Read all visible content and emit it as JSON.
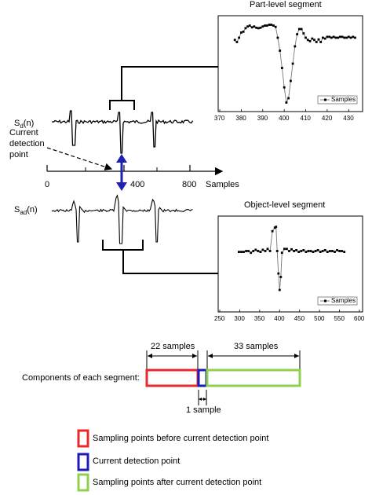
{
  "part_panel": {
    "title": "Part-level segment",
    "x_ticks": [
      "370",
      "380",
      "390",
      "400",
      "410",
      "420",
      "430"
    ],
    "legend": "Samples",
    "x_range": [
      370,
      435
    ],
    "y_range": [
      -1.0,
      1.0
    ],
    "points": [
      [
        377,
        0.55
      ],
      [
        378,
        0.5
      ],
      [
        379,
        0.6
      ],
      [
        380,
        0.72
      ],
      [
        381,
        0.74
      ],
      [
        382,
        0.82
      ],
      [
        383,
        0.86
      ],
      [
        384,
        0.88
      ],
      [
        385,
        0.84
      ],
      [
        386,
        0.86
      ],
      [
        387,
        0.83
      ],
      [
        388,
        0.82
      ],
      [
        389,
        0.83
      ],
      [
        390,
        0.86
      ],
      [
        391,
        0.88
      ],
      [
        392,
        0.88
      ],
      [
        393,
        0.9
      ],
      [
        394,
        0.9
      ],
      [
        395,
        0.88
      ],
      [
        396,
        0.85
      ],
      [
        397,
        0.6
      ],
      [
        398,
        0.3
      ],
      [
        399,
        -0.1
      ],
      [
        400,
        -0.55
      ],
      [
        401,
        -0.9
      ],
      [
        402,
        -0.8
      ],
      [
        403,
        -0.4
      ],
      [
        404,
        0.0
      ],
      [
        405,
        0.4
      ],
      [
        406,
        0.68
      ],
      [
        407,
        0.8
      ],
      [
        408,
        0.8
      ],
      [
        409,
        0.7
      ],
      [
        410,
        0.6
      ],
      [
        411,
        0.55
      ],
      [
        412,
        0.52
      ],
      [
        413,
        0.58
      ],
      [
        414,
        0.55
      ],
      [
        415,
        0.5
      ],
      [
        416,
        0.56
      ],
      [
        417,
        0.5
      ],
      [
        418,
        0.6
      ],
      [
        419,
        0.58
      ],
      [
        420,
        0.62
      ],
      [
        421,
        0.62
      ],
      [
        422,
        0.6
      ],
      [
        423,
        0.62
      ],
      [
        424,
        0.6
      ],
      [
        425,
        0.6
      ],
      [
        426,
        0.62
      ],
      [
        427,
        0.62
      ],
      [
        428,
        0.6
      ],
      [
        429,
        0.6
      ],
      [
        430,
        0.62
      ],
      [
        431,
        0.6
      ],
      [
        432,
        0.62
      ],
      [
        433,
        0.6
      ]
    ]
  },
  "object_panel": {
    "title": "Object-level segment",
    "x_ticks": [
      "250",
      "300",
      "350",
      "400",
      "450",
      "500",
      "550",
      "600"
    ],
    "legend": "Samples",
    "x_range": [
      250,
      600
    ],
    "y_range": [
      -1.0,
      1.0
    ],
    "points": [
      [
        298,
        0.28
      ],
      [
        304,
        0.28
      ],
      [
        310,
        0.28
      ],
      [
        316,
        0.3
      ],
      [
        322,
        0.3
      ],
      [
        328,
        0.26
      ],
      [
        334,
        0.3
      ],
      [
        340,
        0.33
      ],
      [
        346,
        0.3
      ],
      [
        352,
        0.28
      ],
      [
        358,
        0.33
      ],
      [
        364,
        0.3
      ],
      [
        370,
        0.35
      ],
      [
        376,
        0.3
      ],
      [
        382,
        0.76
      ],
      [
        388,
        0.84
      ],
      [
        391,
        0.86
      ],
      [
        394,
        0.3
      ],
      [
        397,
        -0.22
      ],
      [
        400,
        -0.6
      ],
      [
        403,
        -0.3
      ],
      [
        406,
        0.26
      ],
      [
        412,
        0.35
      ],
      [
        418,
        0.35
      ],
      [
        424,
        0.3
      ],
      [
        430,
        0.34
      ],
      [
        436,
        0.3
      ],
      [
        442,
        0.32
      ],
      [
        448,
        0.28
      ],
      [
        454,
        0.3
      ],
      [
        460,
        0.32
      ],
      [
        466,
        0.28
      ],
      [
        472,
        0.3
      ],
      [
        478,
        0.3
      ],
      [
        484,
        0.28
      ],
      [
        490,
        0.3
      ],
      [
        496,
        0.32
      ],
      [
        502,
        0.28
      ],
      [
        508,
        0.3
      ],
      [
        514,
        0.32
      ],
      [
        520,
        0.28
      ],
      [
        526,
        0.3
      ],
      [
        532,
        0.3
      ],
      [
        538,
        0.28
      ],
      [
        544,
        0.32
      ],
      [
        550,
        0.3
      ],
      [
        556,
        0.3
      ],
      [
        562,
        0.28
      ]
    ]
  },
  "signals": {
    "sd_prefix": "S",
    "sd_sub": "d",
    "sd_suffix": "(n)",
    "sad_prefix": "S",
    "sad_sub": "ad",
    "sad_suffix": "(n)"
  },
  "axis": {
    "ticks": [
      "0",
      "400",
      "800"
    ],
    "label": "Samples"
  },
  "detection_label": [
    "Current",
    "detection",
    "point"
  ],
  "components": {
    "label": "Components of each segment:",
    "before": "22 samples",
    "after": "33 samples",
    "current": "1 sample"
  },
  "legend_items": [
    {
      "color": "#e8282a",
      "text": "Sampling points before current detection point"
    },
    {
      "color": "#1c1cb8",
      "text": "Current detection point"
    },
    {
      "color": "#8fd14f",
      "text": "Sampling points after current detection point"
    }
  ],
  "colors": {
    "before": "#e8282a",
    "current": "#1c1cb8",
    "after": "#8fd14f",
    "arrow": "#2020b0"
  }
}
